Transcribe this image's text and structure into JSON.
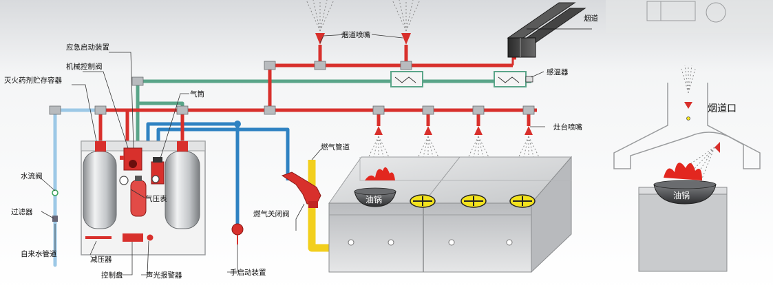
{
  "labels": {
    "emergency_start": "应急启动装置",
    "mechanical_valve": "机械控制阀",
    "agent_container": "灭火药剂贮存容器",
    "gas_cylinder": "气筒",
    "water_flow_valve": "水流阀",
    "filter": "过滤器",
    "tap_water_pipe": "自来水管道",
    "pressure_reducer": "减压器",
    "control_panel": "控制盘",
    "alarm": "声光报警器",
    "manual_start": "手启动装置",
    "pressure_gauge": "气压表",
    "gas_pipe": "燃气管道",
    "gas_shutoff_valve": "燃气关闭阀",
    "duct_nozzle": "烟道喷嘴",
    "duct": "烟道",
    "heat_detector": "感温器",
    "stove_nozzle": "灶台喷嘴",
    "wok_left": "油锅",
    "wok_right": "油锅",
    "duct_opening": "烟道口"
  },
  "colors": {
    "red_pipe": "#d8302c",
    "green_pipe": "#5aa589",
    "blue_pipe": "#2f82c2",
    "light_blue_pipe": "#9cc8e6",
    "yellow_pipe": "#f2cf1d",
    "cabinet": "#f0f0f0",
    "stove": "#cfcfcf",
    "flame": "#e2271f"
  }
}
